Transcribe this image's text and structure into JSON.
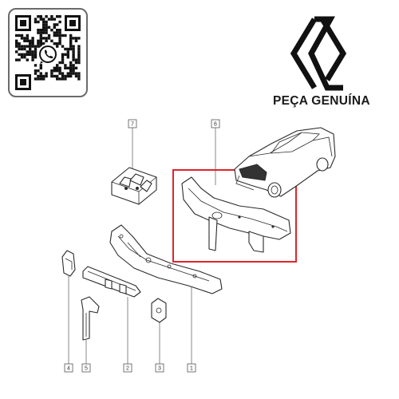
{
  "brand": {
    "tagline": "PEÇA GENUÍNA",
    "logo": "renault-diamond-logo",
    "qr": "whatsapp-qr-code"
  },
  "callouts": [
    {
      "id": "callout-7",
      "label": "7"
    },
    {
      "id": "callout-6",
      "label": "6"
    },
    {
      "id": "callout-4",
      "label": "4"
    },
    {
      "id": "callout-5",
      "label": "5"
    },
    {
      "id": "callout-2",
      "label": "2"
    },
    {
      "id": "callout-3",
      "label": "3"
    },
    {
      "id": "callout-1",
      "label": "1"
    }
  ],
  "highlight": {
    "color": "#e0242b"
  },
  "colors": {
    "line": "#2b2b2b",
    "text": "#1a1a1a"
  }
}
